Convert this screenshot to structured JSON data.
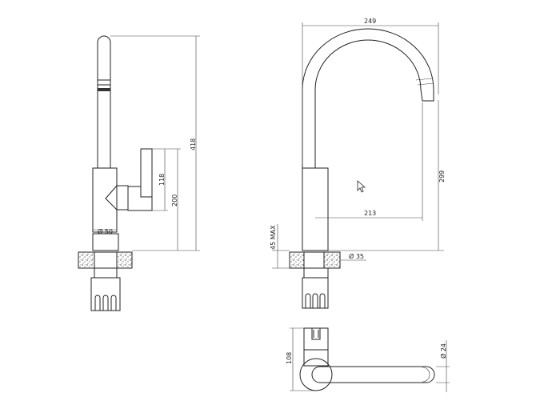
{
  "drawing": {
    "side_view": {
      "d_base": "Ø 50",
      "h_total": "418",
      "h_handle": "118",
      "h_lever": "200"
    },
    "front_view": {
      "width": "249",
      "spout_height": "299",
      "reach": "213",
      "deck_thickness": "45 MAX",
      "d_hole": "Ø 35"
    },
    "top_view": {
      "depth": "108",
      "d_spout": "Ø 24"
    }
  },
  "icons": {
    "cursor": "mouse-pointer-icon"
  },
  "colors": {
    "line": "#222222",
    "background": "#ffffff"
  }
}
